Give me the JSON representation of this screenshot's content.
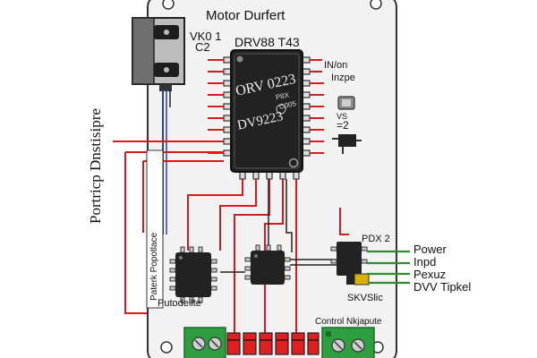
{
  "diagram": {
    "title": "Motor Durfert",
    "vk_top": "VK0 1",
    "vk_bottom": "C2",
    "chip_header": "DRV88 T43",
    "chip_text_1": "ORV 0223",
    "chip_text_2": "DV9223",
    "chip_small_1": "P8X",
    "chip_small_2": "C005",
    "right_label_1": "IN/on",
    "right_label_2": "Inzpe",
    "right_small_1": "VS",
    "right_small_2": "=2",
    "left_label": "Portricp Dnstisipre",
    "vertical_label": "Paterk Popotlace",
    "bottom_left_label": "Putodellte",
    "pdx_label": "PDX 2",
    "skvslic_label": "SKVSlic",
    "control_label": "Control Nkjapute",
    "legend": {
      "power": "Power",
      "input": "Inpd",
      "pexuz": "Pexuz",
      "dvv": "DVV Tipkel"
    },
    "colors": {
      "wire_red": "#d81a1a",
      "wire_blue": "#2a3fb0",
      "wire_dark": "#222222",
      "wire_green": "#2e8b2e",
      "board": "#f2f2f2",
      "chip": "#222222",
      "terminal_green": "#2f9e3f",
      "led_red": "#e02020"
    }
  }
}
